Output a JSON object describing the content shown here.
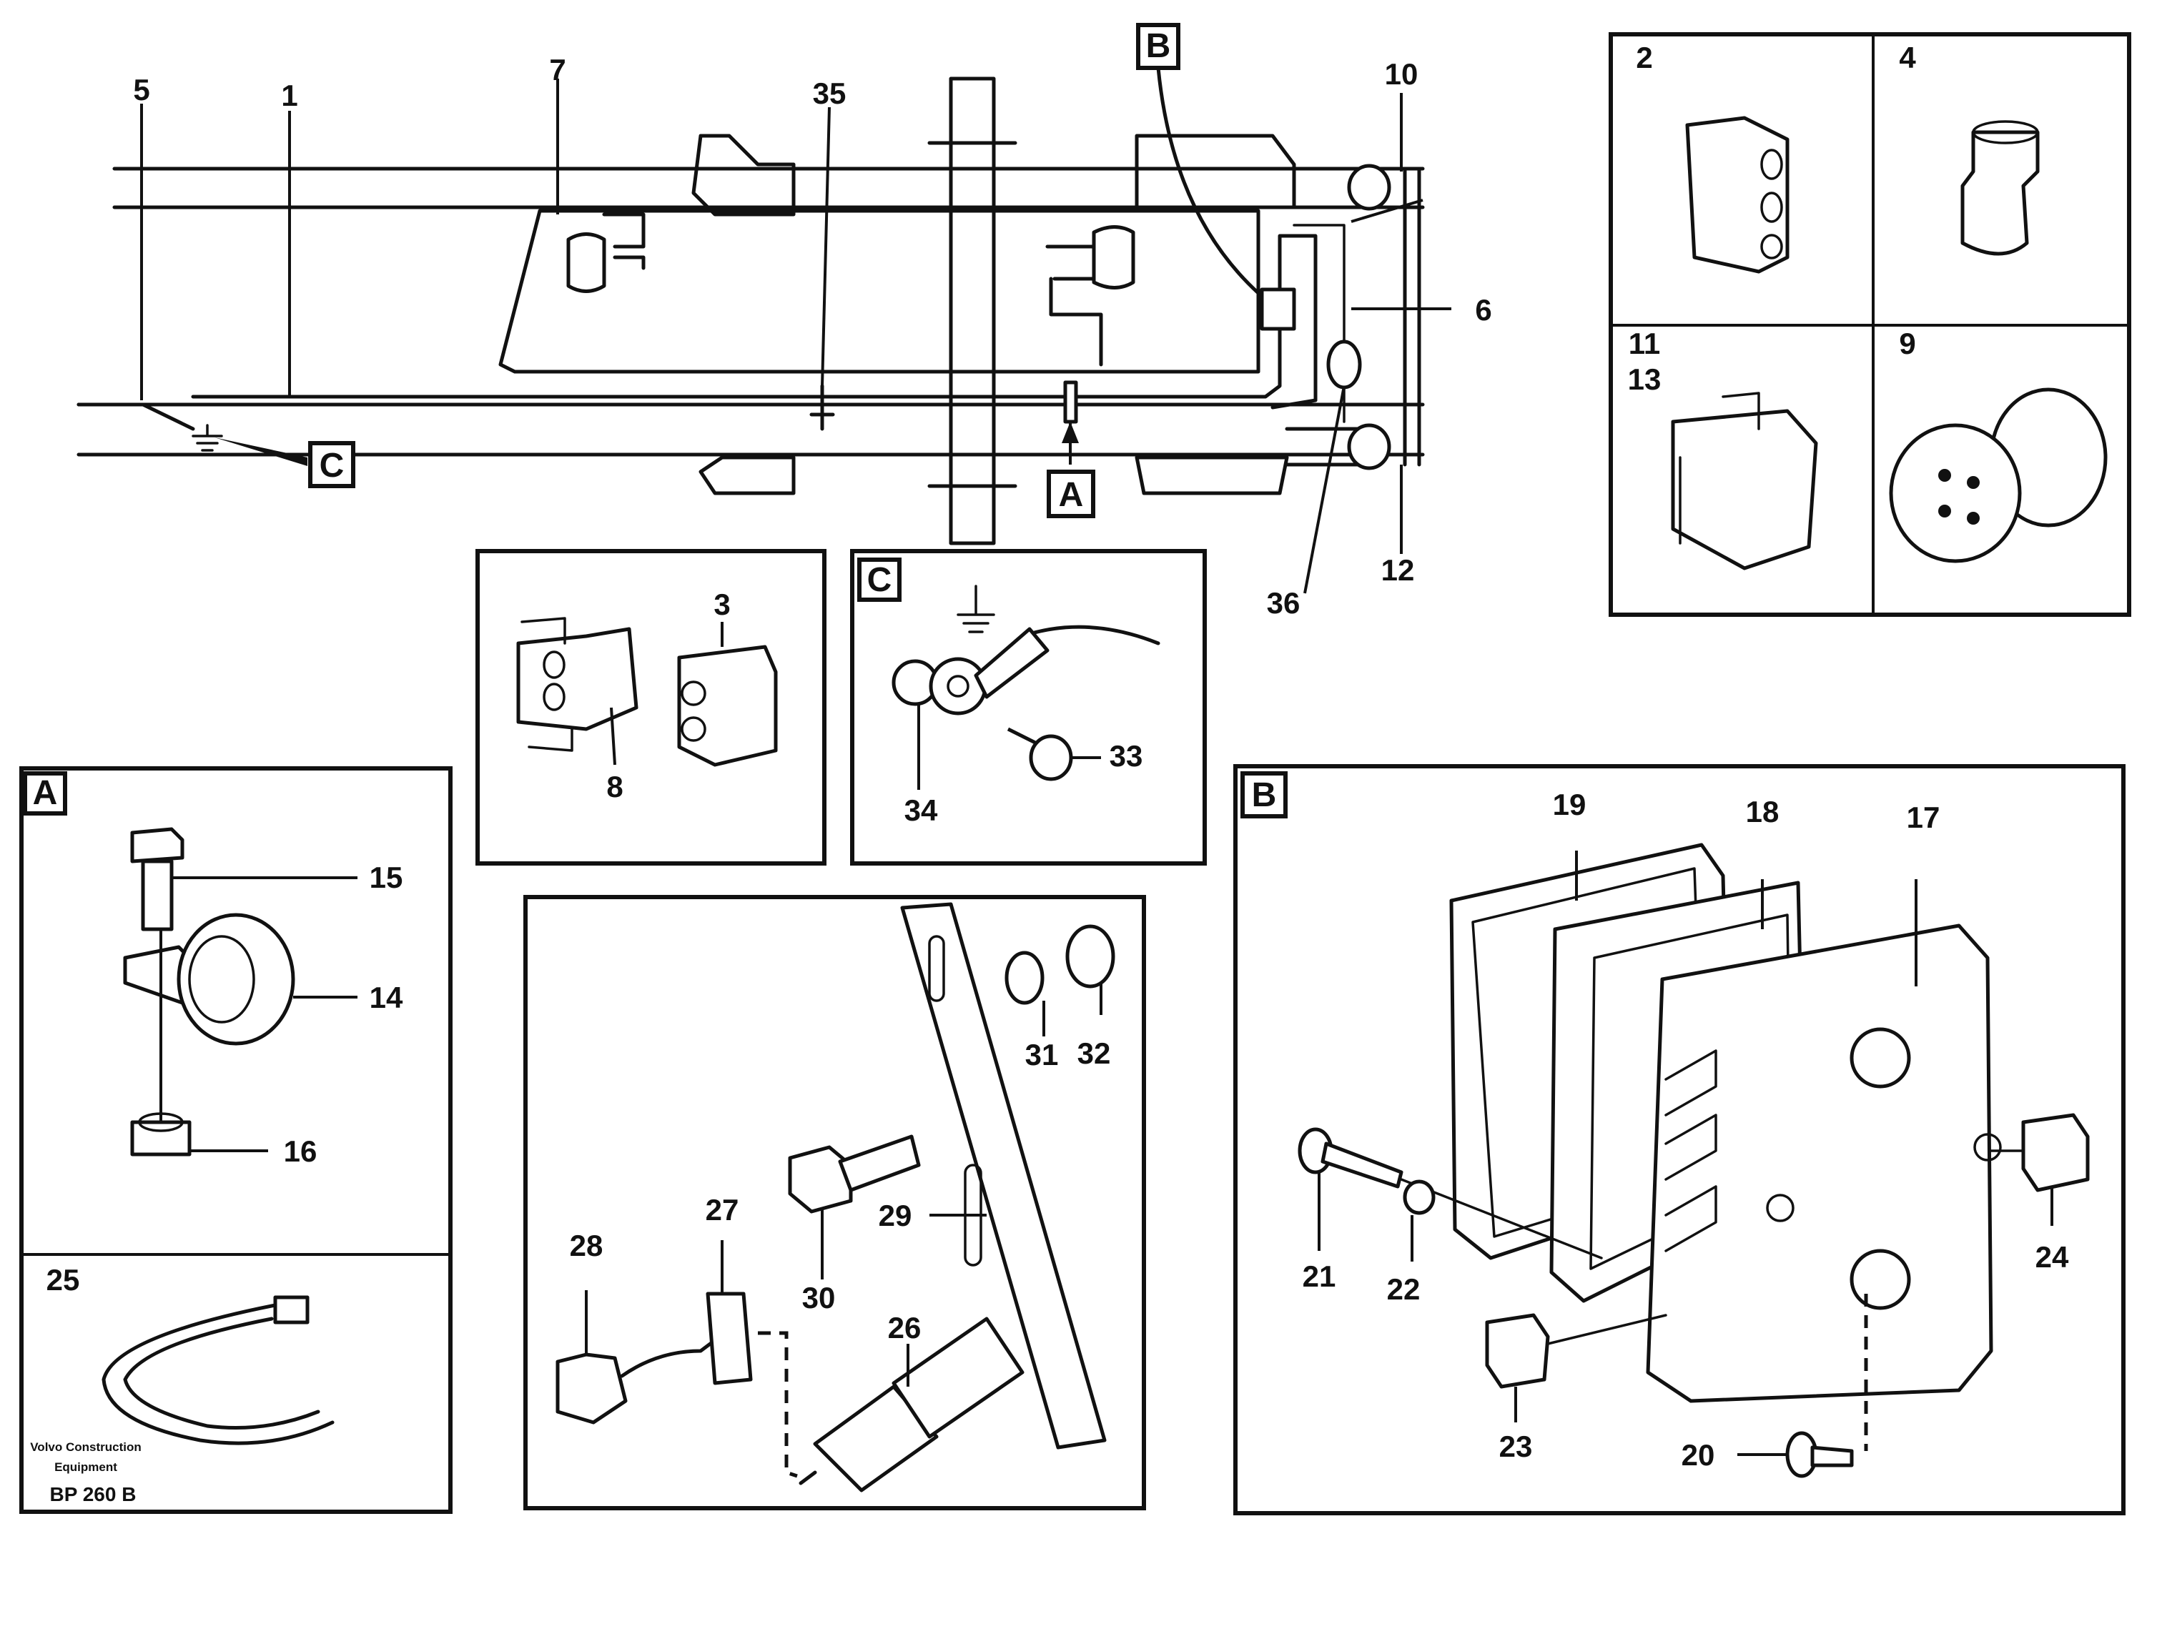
{
  "callouts": {
    "n1": "1",
    "n2": "2",
    "n3": "3",
    "n4": "4",
    "n5": "5",
    "n6": "6",
    "n7": "7",
    "n8": "8",
    "n9": "9",
    "n10": "10",
    "n11": "11",
    "n12": "12",
    "n13": "13",
    "n14": "14",
    "n15": "15",
    "n16": "16",
    "n17": "17",
    "n18": "18",
    "n19": "19",
    "n20": "20",
    "n21": "21",
    "n22": "22",
    "n23": "23",
    "n24": "24",
    "n25": "25",
    "n26": "26",
    "n27": "27",
    "n28": "28",
    "n29": "29",
    "n30": "30",
    "n31": "31",
    "n32": "32",
    "n33": "33",
    "n34": "34",
    "n35": "35",
    "n36": "36"
  },
  "detail_labels": {
    "a": "A",
    "b": "B",
    "c": "C"
  },
  "footer": {
    "brand_line1": "Volvo Construction",
    "brand_line2": "Equipment",
    "code": "BP 260 B"
  },
  "icons": [
    "ground-symbol-icon"
  ]
}
